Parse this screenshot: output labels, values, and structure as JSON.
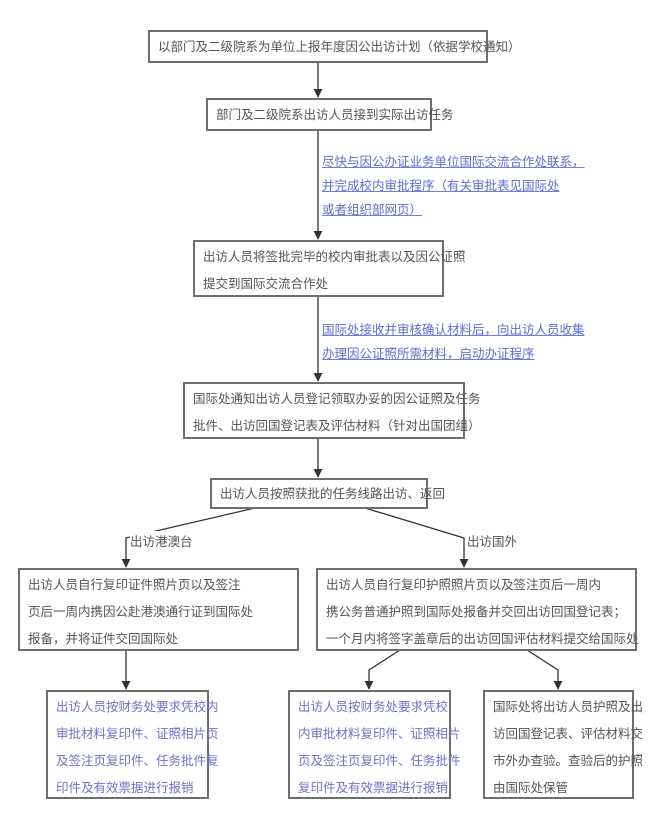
{
  "title": "因公出访流程图",
  "colors": {
    "box_border": "#6e6e6e",
    "text": "#555555",
    "note_link": "#5b6fcf",
    "final_box_text": "#6f72c9",
    "connector": "#333333"
  },
  "steps": [
    {
      "id": "plan",
      "lines": [
        "以部门及二级院系为单位上报年度因公出访计划（依据学校通知）"
      ]
    },
    {
      "id": "receive-task",
      "lines": [
        "部门及二级院系出访人员接到实际出访任务"
      ]
    },
    {
      "id": "submit-approval",
      "lines": [
        "出访人员将签批完毕的校内审批表以及因公证照",
        "提交到国际交流合作处"
      ]
    },
    {
      "id": "notify-collect",
      "lines": [
        "国际处通知出访人员登记领取办妥的因公证照及任务",
        "批件、出访回国登记表及评估材料（针对出国团组）"
      ]
    },
    {
      "id": "travel",
      "lines": [
        "出访人员按照获批的任务线路出访、返回"
      ]
    }
  ],
  "notes": [
    {
      "id": "contact-note",
      "lines": [
        "尽快与因公办证业务单位国际交流合作处联系，",
        "并完成校内审批程序（有关审批表见国际处",
        "或者组织部网页）"
      ]
    },
    {
      "id": "process-note",
      "lines": [
        "国际处接收并审核确认材料后，向出访人员收集",
        "办理因公证照所需材料，启动办证程序"
      ]
    }
  ],
  "branches": [
    {
      "label": "出访港澳台",
      "step": {
        "lines": [
          "出访人员自行复印证件照片页以及签注",
          "页后一周内携因公赴港澳通行证到国际处",
          "报备，并将证件交回国际处"
        ]
      },
      "outcomes": [
        {
          "lines": [
            "出访人员按财务处要求凭校内",
            "审批材料复印件、证照相片页",
            "及签注页复印件、任务批件复",
            "印件及有效票据进行报销"
          ]
        }
      ]
    },
    {
      "label": "出访国外",
      "step": {
        "lines": [
          "出访人员自行复印护照照片页以及签注页后一周内",
          "携公务普通护照到国际处报备并交回出访回国登记表；",
          "一个月内将签字盖章后的出访回国评估材料提交给国际处"
        ]
      },
      "outcomes": [
        {
          "lines": [
            "出访人员按财务处要求凭校",
            "内审批材料复印件、证照相片",
            "页及签注页复印件、任务批件",
            "复印件及有效票据进行报销"
          ]
        },
        {
          "lines": [
            "国际处将出访人员护照及出",
            "访回国登记表、评估材料交",
            "市外办查验。查验后的护照",
            "由国际处保管"
          ]
        }
      ]
    }
  ]
}
